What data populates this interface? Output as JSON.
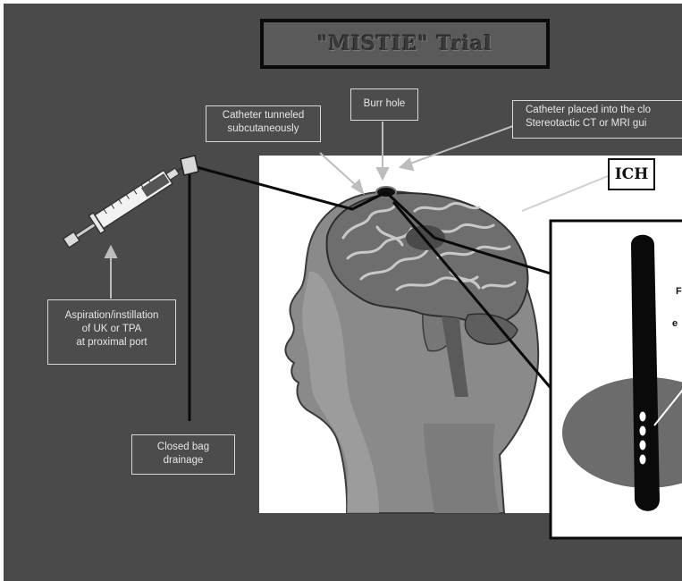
{
  "title": "\"MISTIE\" Trial",
  "labels": {
    "catheter_tunneled": [
      "Catheter tunneled",
      "subcutaneously"
    ],
    "burr_hole": "Burr hole",
    "catheter_placed": [
      "Catheter placed into the clo",
      "Stereotactic CT or MRI gui"
    ],
    "ich": "ICH",
    "aspiration": [
      "Aspiration/instillation",
      "of UK or TPA",
      "at proximal port"
    ],
    "closed_bag": [
      "Closed bag",
      "drainage"
    ]
  },
  "inset_fragments": [
    "F",
    "e"
  ],
  "colors": {
    "slide_background": "#4a4a4a",
    "label_text": "#e6e6e6",
    "panel_background": "#ffffff",
    "clot": "#6c6c6c",
    "catheter": "#0a0a0a"
  },
  "icons": {
    "syringe": "syringe-icon",
    "head": "head-brain-illustration"
  }
}
